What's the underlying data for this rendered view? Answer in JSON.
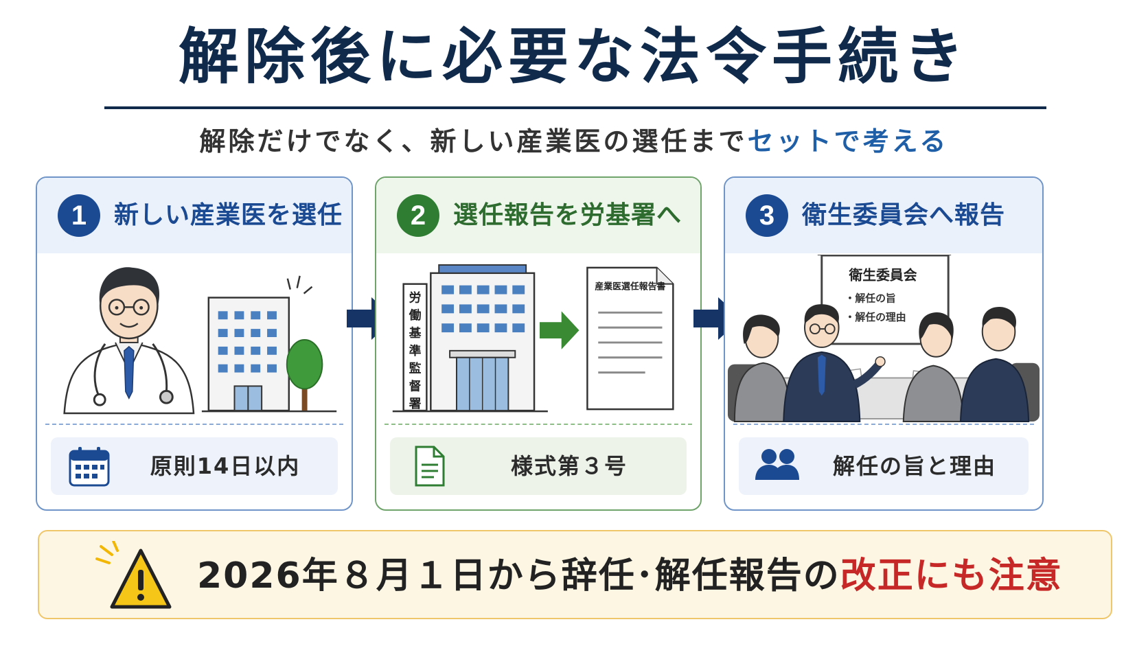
{
  "title": "解除後に必要な法令手続き",
  "subtitle": {
    "main": "解除だけでなく、新しい産業医の選任まで",
    "accent": "セットで考える"
  },
  "steps": [
    {
      "number": "1",
      "title": "新しい産業医を選任",
      "note": "原則14日以内",
      "note_icon": "calendar-icon"
    },
    {
      "number": "2",
      "title": "選任報告を労基署へ",
      "building_sign": "労働基準監督署",
      "document_title": "産業医選任報告書",
      "note": "様式第３号",
      "note_icon": "document-icon"
    },
    {
      "number": "3",
      "title": "衛生委員会へ報告",
      "board_title": "衛生委員会",
      "board_items": [
        "・解任の旨",
        "・解任の理由"
      ],
      "note": "解任の旨と理由",
      "note_icon": "people-icon"
    }
  ],
  "warning": {
    "text_main": "2026年８月１日から辞任･解任報告の",
    "text_accent": "改正にも注意",
    "icon": "warning-icon"
  },
  "colors": {
    "navy": "#102a4c",
    "blue": "#1b4a93",
    "green": "#2e7d32",
    "accent_blue": "#1f5fa8",
    "red": "#c62828",
    "warning_bg": "#fdf6e3",
    "warning_border": "#efc66a"
  }
}
